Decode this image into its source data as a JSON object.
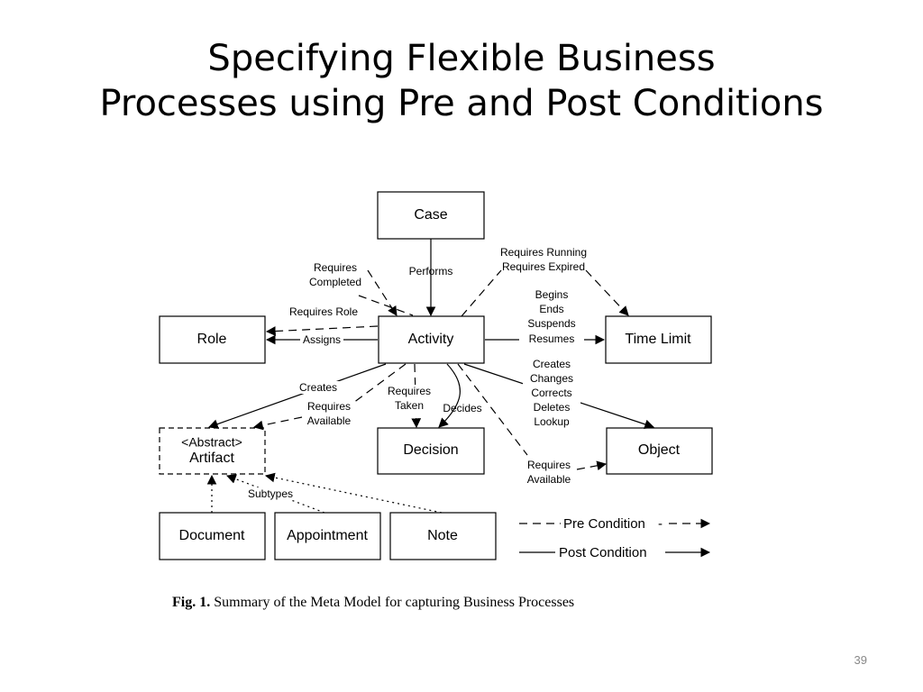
{
  "slide": {
    "title_line1": "Specifying Flexible Business",
    "title_line2": "Processes using Pre and Post Conditions",
    "page_number": "39"
  },
  "nodes": {
    "case": "Case",
    "activity": "Activity",
    "role": "Role",
    "time_limit": "Time Limit",
    "artifact_line1": "<Abstract>",
    "artifact_line2": "Artifact",
    "decision": "Decision",
    "object": "Object",
    "document": "Document",
    "appointment": "Appointment",
    "note": "Note"
  },
  "edges": {
    "performs": "Performs",
    "requires_completed_1": "Requires",
    "requires_completed_2": "Completed",
    "requires_running_1": "Requires Running",
    "requires_running_2": "Requires Expired",
    "requires_role": "Requires Role",
    "assigns": "Assigns",
    "begins": "Begins",
    "ends": "Ends",
    "suspends": "Suspends",
    "resumes": "Resumes",
    "creates": "Creates",
    "requires_available_1": "Requires",
    "requires_available_2": "Available",
    "requires_taken_1": "Requires",
    "requires_taken_2": "Taken",
    "decides": "Decides",
    "obj_creates": "Creates",
    "obj_changes": "Changes",
    "obj_corrects": "Corrects",
    "obj_deletes": "Deletes",
    "obj_lookup": "Lookup",
    "obj_requires_1": "Requires",
    "obj_requires_2": "Available",
    "subtypes": "Subtypes"
  },
  "legend": {
    "pre_condition": "Pre Condition",
    "post_condition": "Post Condition"
  },
  "caption": {
    "label": "Fig. 1.",
    "text": "Summary of the Meta Model for capturing Business Processes"
  }
}
